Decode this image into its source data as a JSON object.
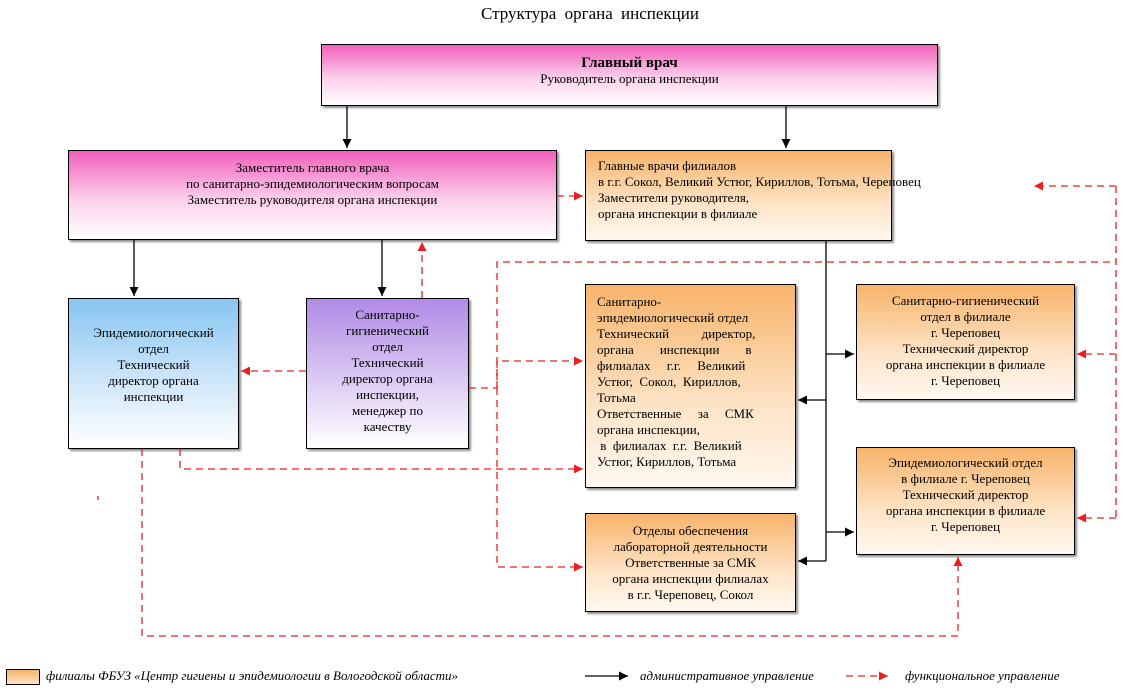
{
  "title": "Структура  органа  инспекции",
  "boxes": {
    "chief": {
      "line1": "Главный врач",
      "line2": "Руководитель органа инспекции"
    },
    "deputy": {
      "lines": [
        "Заместитель главного врача",
        "по санитарно-эпидемиологическим вопросам",
        "Заместитель  руководителя органа инспекции"
      ]
    },
    "branch_chiefs": {
      "lines": [
        "Главные врачи филиалов",
        "в г.г. Сокол, Великий Устюг, Кириллов, Тотьма, Череповец",
        "Заместители руководителя,",
        "органа инспекции в филиале"
      ]
    },
    "epid": {
      "lines": [
        "Эпидемиологический",
        "отдел",
        "Технический",
        "директор органа",
        "инспекции"
      ]
    },
    "sanhyg": {
      "lines": [
        "Санитарно-",
        "гигиенический",
        "отдел",
        "Технический",
        "директор органа",
        "инспекции,",
        "менеджер по",
        "качеству"
      ]
    },
    "sanepid_branches": {
      "lines": [
        "Санитарно-",
        "эпидемиологический отдел",
        "Технический          директор,",
        "органа        инспекции        в",
        "филиалах     г.г.     Великий",
        "Устюг,  Сокол,  Кириллов,",
        "Тотьма",
        "Ответственные     за     СМК",
        "органа инспекции,",
        " в  филиалах  г.г.  Великий",
        "Устюг, Кириллов, Тотьма"
      ]
    },
    "lab": {
      "lines": [
        "Отделы обеспечения",
        "лабораторной деятельности",
        "Ответственные за СМК",
        "органа инспекции филиалах",
        "в г.г. Череповец, Сокол"
      ]
    },
    "sanhyg_cher": {
      "lines": [
        "Санитарно-гигиенический",
        "отдел в филиале",
        "г. Череповец",
        "Технический директор",
        "органа инспекции в филиале",
        "г. Череповец"
      ]
    },
    "epid_cher": {
      "lines": [
        "Эпидемиологический отдел",
        "в филиале г. Череповец",
        "Технический директор",
        "органа инспекции в филиале",
        "г. Череповец"
      ]
    }
  },
  "legend": {
    "branches": "филиалы ФБУЗ «Центр гигиены и эпидемиологии в Вологодской области»",
    "admin": "административное управление",
    "func": "функциональное управление"
  },
  "colors": {
    "admin_line": "#000000",
    "func_line": "#e8201f",
    "pink": "#f25fbc",
    "peach": "#f7b36a",
    "blue": "#86c5f2",
    "violet": "#b08ae6"
  }
}
